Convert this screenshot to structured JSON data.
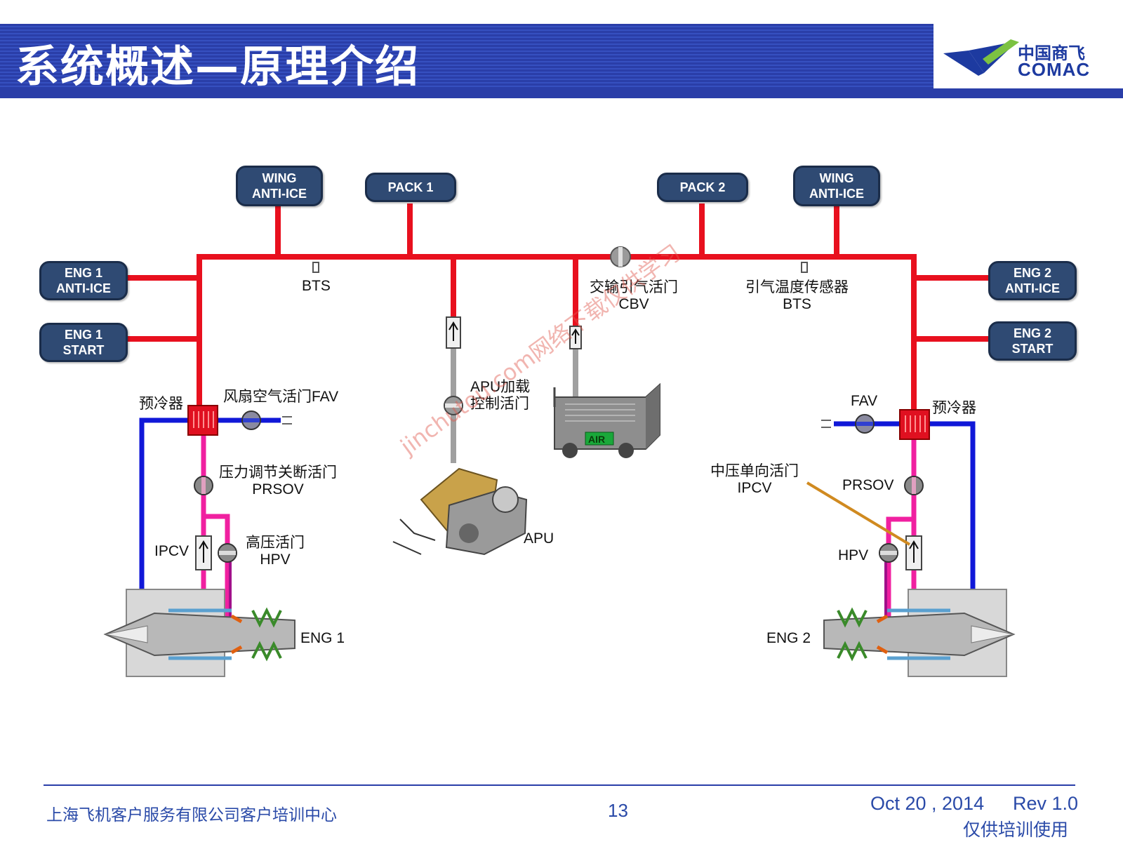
{
  "header": {
    "title": "系统概述—原理介绍",
    "logo_cn": "中国商飞",
    "logo_en": "COMAC"
  },
  "boxes": {
    "wing_anti_ice_1": "WING\nANTI-ICE",
    "pack1": "PACK 1",
    "pack2": "PACK 2",
    "wing_anti_ice_2": "WING\nANTI-ICE",
    "eng1_anti_ice": "ENG 1\nANTI-ICE",
    "eng1_start": "ENG 1\nSTART",
    "eng2_anti_ice": "ENG 2\nANTI-ICE",
    "eng2_start": "ENG 2\nSTART"
  },
  "labels": {
    "bts_left": "BTS",
    "cbv": "交输引气活门\nCBV",
    "bts_right": "引气温度传感器\nBTS",
    "apu_load_valve": "APU加载\n控制活门",
    "air_cart": "AIR",
    "precooler_left": "预冷器",
    "fav_left": "风扇空气活门FAV",
    "prsov_left": "压力调节关断活门\nPRSOV",
    "ipcv_left": "IPCV",
    "hpv_left": "高压活门\nHPV",
    "eng1": "ENG 1",
    "apu": "APU",
    "fav_right": "FAV",
    "precooler_right": "预冷器",
    "ipcv_right": "中压单向活门\nIPCV",
    "prsov_right": "PRSOV",
    "hpv_right": "HPV",
    "eng2": "ENG 2"
  },
  "watermark": "jinchutou.com网络下载仅供学习",
  "footer": {
    "company": "上海飞机客户服务有限公司客户培训中心",
    "page": "13",
    "date": "Oct 20 , 2014",
    "rev": "Rev 1.0",
    "note": "仅供培训使用"
  },
  "colors": {
    "bleed_red": "#e8101e",
    "fan_air_blue": "#1018d8",
    "hp_magenta": "#f020a0",
    "box_fill": "#2f4a73",
    "header_blue": "#2a3ea8"
  }
}
